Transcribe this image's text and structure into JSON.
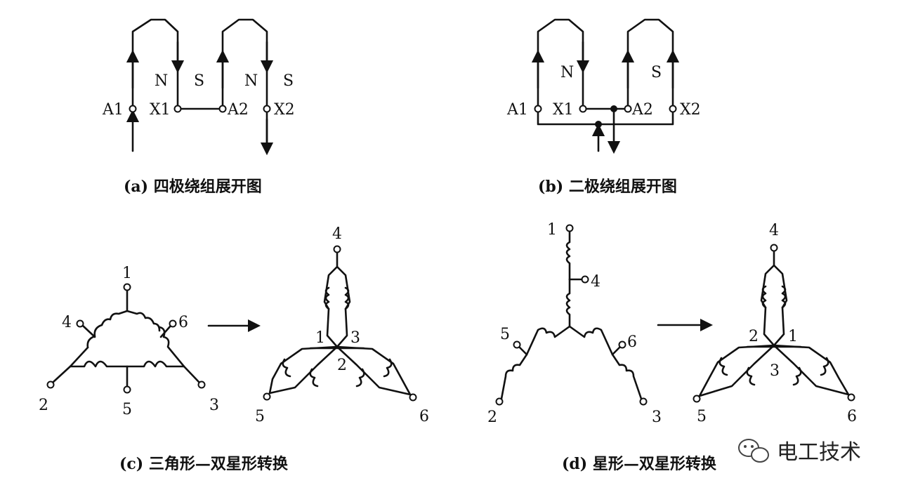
{
  "panel_a": {
    "caption": "(a) 四极绕组展开图",
    "poles": [
      "N",
      "S",
      "N",
      "S"
    ],
    "terminals": [
      "A1",
      "X1",
      "A2",
      "X2"
    ]
  },
  "panel_b": {
    "caption": "(b) 二极绕组展开图",
    "poles": [
      "N",
      "S"
    ],
    "terminals": [
      "A1",
      "X1",
      "A2",
      "X2"
    ]
  },
  "panel_c": {
    "caption": "(c) 三角形—双星形转换",
    "delta_terminals": [
      "1",
      "2",
      "3",
      "4",
      "5",
      "6"
    ],
    "yy_terminals": [
      "4",
      "1",
      "3",
      "2",
      "5",
      "6"
    ]
  },
  "panel_d": {
    "caption": "(d) 星形—双星形转换",
    "star_terminals": [
      "1",
      "4",
      "5",
      "6",
      "2",
      "3"
    ],
    "yy_terminals": [
      "4",
      "2",
      "1",
      "3",
      "5",
      "6"
    ]
  },
  "watermark": {
    "text": "电工技术",
    "icon": "wechat-icon"
  }
}
